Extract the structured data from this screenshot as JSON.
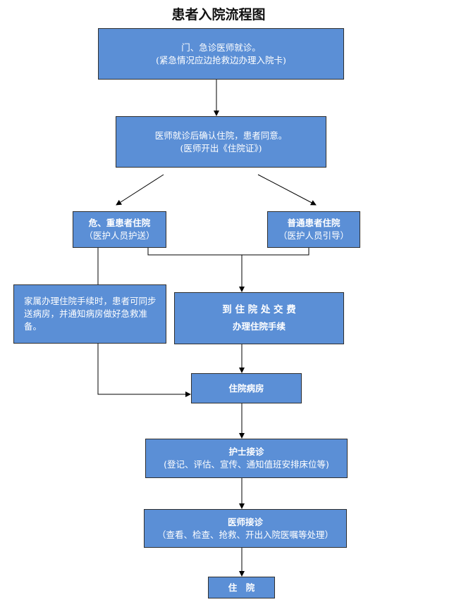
{
  "title": "患者入院流程图",
  "nodes": {
    "n1": {
      "line1": "门、急诊医师就诊。",
      "line2": "(紧急情况应边抢救边办理入院卡)"
    },
    "n2": {
      "line1": "医师就诊后确认住院，患者同意。",
      "line2": "(医师开出《住院证》)"
    },
    "n3": {
      "line1": "危、重患者住院",
      "line2": "（医护人员护送）"
    },
    "n4": {
      "line1": "普通患者住院",
      "line2": "（医护人员引导）"
    },
    "n5": {
      "text": "家属办理住院手续时，患者可同步送病房，并通知病房做好急救准备。"
    },
    "n6": {
      "line1": "到 住 院 处 交 费",
      "line2": "办理住院手续"
    },
    "n7": {
      "line1": "住院病房"
    },
    "n8": {
      "line1": "护士接诊",
      "line2": "(登记、评估、宣传、通知值班安排床位等)"
    },
    "n9": {
      "line1": "医师接诊",
      "line2": "（查看、检查、抢救、开出入院医嘱等处理）"
    },
    "n10": {
      "line1": "住　院"
    }
  },
  "colors": {
    "box_fill": "#5b8fd6",
    "box_border": "#2f2f2f",
    "text": "#ffffff",
    "line": "#000000"
  }
}
